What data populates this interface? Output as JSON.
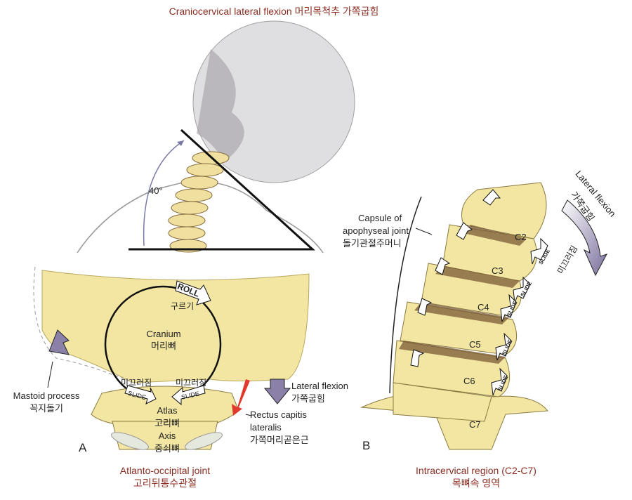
{
  "title": "Craniocervical lateral flexion 머리목척추 가쪽굽힘",
  "angle_label": "40°",
  "panel_a": {
    "letter": "A",
    "caption_en": "Atlanto-occipital joint",
    "caption_ko": "고리뒤통수관절",
    "roll": "ROLL",
    "roll_ko": "구르기",
    "cranium": "Cranium",
    "cranium_ko": "머리뼈",
    "slide": "SLIDE",
    "slide_ko": "미끄러짐",
    "atlas": "Atlas",
    "atlas_ko": "고리뼈",
    "axis": "Axis",
    "axis_ko": "중쇠뼈",
    "mastoid": "Mastoid process",
    "mastoid_ko": "꼭지돌기",
    "lateral_flexion": "Lateral flexion",
    "lateral_flexion_ko": "가쪽굽힘",
    "rectus_1": "Rectus capitis",
    "rectus_2": "lateralis",
    "rectus_ko": "가쪽머리곧은근"
  },
  "panel_b": {
    "letter": "B",
    "caption_en": "Intracervical region (C2-C7)",
    "caption_ko": "목뼈속 영역",
    "capsule_1": "Capsule of",
    "capsule_2": "apophyseal joint",
    "capsule_ko": "돌기관절주머니",
    "lateral_flexion": "Lateral flexion",
    "lateral_flexion_ko": "가쪽굽힘",
    "slide": "SLIDE",
    "slide_ko": "미끄러짐",
    "vertebrae": [
      "C2",
      "C3",
      "C4",
      "C5",
      "C6",
      "C7"
    ]
  },
  "colors": {
    "bone": "#f2e6a2",
    "bone_dark": "#7a5a35",
    "caption": "#8b2e22",
    "arrow": "#8a80a8",
    "muscle": "#e03a2e"
  }
}
